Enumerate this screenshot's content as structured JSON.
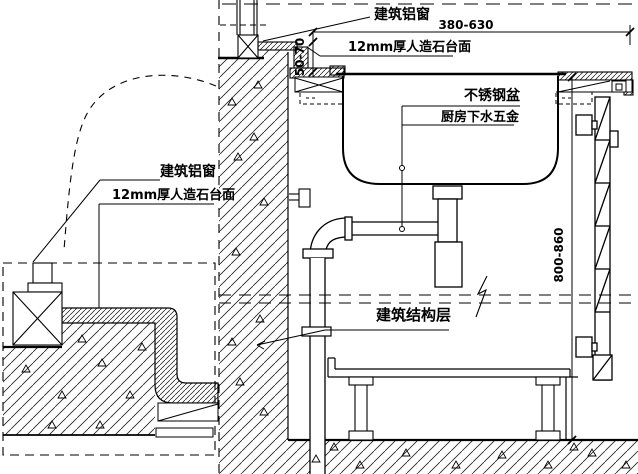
{
  "labels": {
    "left_window": "建筑铝窗",
    "left_countertop": "12mm厚人造石台面",
    "right_window": "建筑铝窗",
    "right_countertop": "12mm厚人造石台面",
    "basin": "不锈钢盆",
    "drain_hardware": "厨房下水五金",
    "structure_layer": "建筑结构层"
  },
  "dimensions": {
    "counter_width": "380-630",
    "splash_height": "50-70",
    "counter_height": "800-860"
  },
  "colors": {
    "line": "#000000",
    "background": "#ffffff"
  }
}
